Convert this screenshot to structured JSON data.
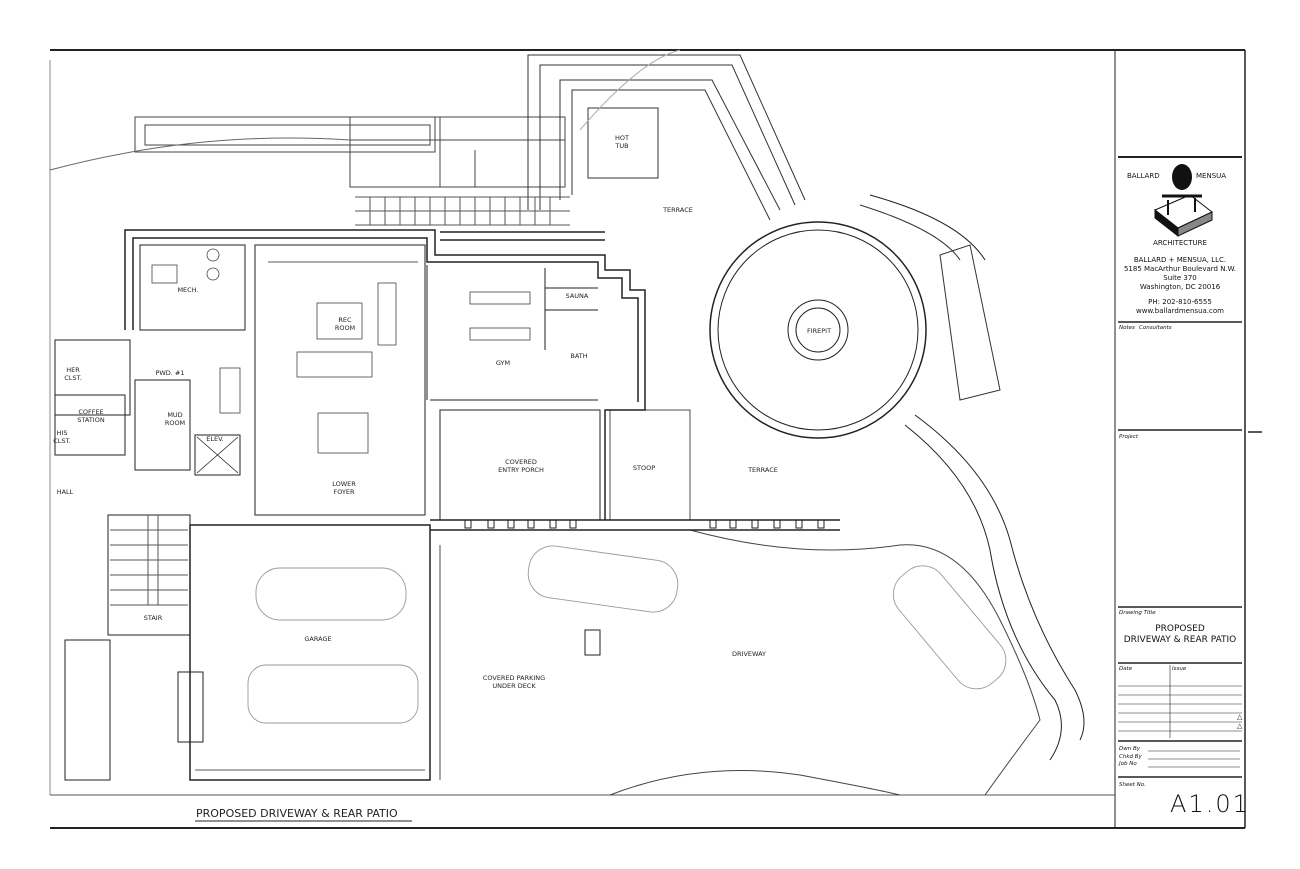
{
  "labels": {
    "hot_tub": [
      "HOT",
      "TUB"
    ],
    "terrace_top": "TERRACE",
    "firepit": "FIREPIT",
    "mech": "MECH.",
    "rec_room": [
      "REC",
      "ROOM"
    ],
    "gym": "GYM",
    "sauna": "SAUNA",
    "bath": "BATH",
    "her_closet": [
      "HER",
      "CLST."
    ],
    "his_closet": [
      "HIS",
      "CLST."
    ],
    "coffee_station": [
      "COFFEE",
      "STATION"
    ],
    "pwd": "PWD. #1",
    "mud_room": [
      "MUD",
      "ROOM"
    ],
    "elev": "ELEV.",
    "hall": "HALL",
    "lower_foyer": [
      "LOWER",
      "FOYER"
    ],
    "covered_entry_porch": [
      "COVERED",
      "ENTRY PORCH"
    ],
    "stoop": "STOOP",
    "terrace_mid": "TERRACE",
    "stair": "STAIR",
    "garage": "GARAGE",
    "covered_parking": [
      "COVERED PARKING",
      "UNDER DECK"
    ],
    "driveway": "DRIVEWAY"
  },
  "drawing_caption": "PROPOSED DRIVEWAY & REAR PATIO",
  "title_block": {
    "firm_left": "BALLARD",
    "firm_right": "MENSUA",
    "architecture": "ARCHITECTURE",
    "company": "BALLARD + MENSUA, LLC.",
    "address1": "5185 MacArthur Boulevard N.W.",
    "address2": "Suite 370",
    "address3": "Washington, DC 20016",
    "phone": "PH:  202-810-6555",
    "website": "www.ballardmensua.com",
    "notes": "Notes",
    "consultants": "Consultants",
    "project": "Project",
    "drawing_title_label": "Drawing Title",
    "drawing_title_1": "PROPOSED",
    "drawing_title_2": "DRIVEWAY & REAR PATIO",
    "date": "Date",
    "issue": "Issue",
    "dwn_by": "Dwn By",
    "chkd_by": "Chkd By",
    "job_no": "Job No",
    "sheet_no": "Sheet No.",
    "sheet": "A1.01"
  }
}
